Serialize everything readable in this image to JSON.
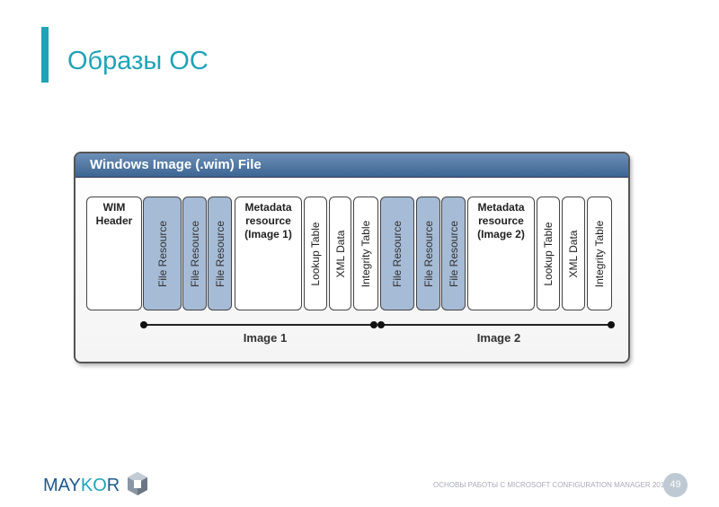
{
  "slide": {
    "title": "Образы ОС",
    "footer": "ОСНОВЫ РАБОТЫ С MICROSOFT CONFIGURATION MANAGER 2012",
    "page_number": "49",
    "logo": {
      "part1": "MAY",
      "part2": "KO",
      "part3": "R"
    }
  },
  "diagram": {
    "frame_title": "Windows Image (.wim) File",
    "blocks": [
      {
        "label": "WIM Header",
        "type": "header"
      },
      {
        "label": "File Resource",
        "type": "file"
      },
      {
        "label": "File Resource",
        "type": "file"
      },
      {
        "label": "File Resource",
        "type": "file"
      },
      {
        "label": "Metadata resource (Image 1)",
        "type": "meta"
      },
      {
        "label": "Lookup Table",
        "type": "table"
      },
      {
        "label": "XML Data",
        "type": "table"
      },
      {
        "label": "Integrity Table",
        "type": "table"
      },
      {
        "label": "File Resource",
        "type": "file"
      },
      {
        "label": "File Resource",
        "type": "file"
      },
      {
        "label": "File Resource",
        "type": "file"
      },
      {
        "label": "Metadata resource (Image 2)",
        "type": "meta"
      },
      {
        "label": "Lookup Table",
        "type": "table"
      },
      {
        "label": "XML Data",
        "type": "table"
      },
      {
        "label": "Integrity Table",
        "type": "table"
      }
    ],
    "spans": [
      {
        "label": "Image 1"
      },
      {
        "label": "Image 2"
      }
    ]
  }
}
